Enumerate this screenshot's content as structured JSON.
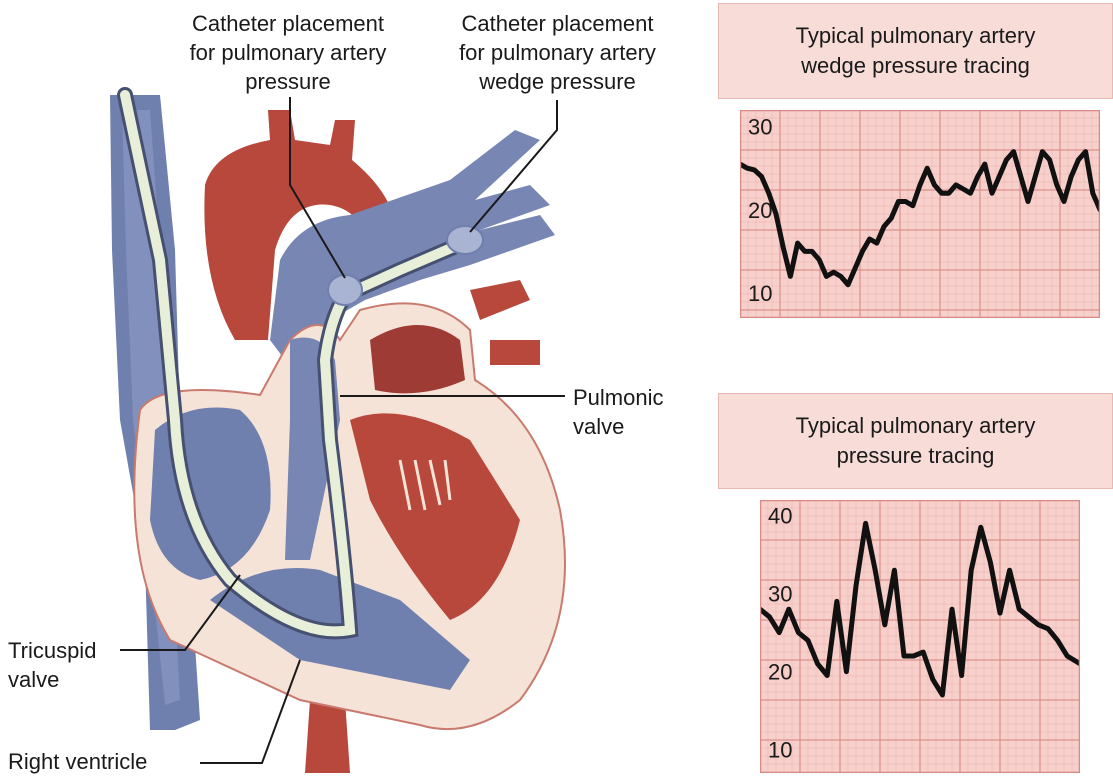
{
  "labels": {
    "pa_placement": [
      "Catheter placement",
      "for pulmonary artery",
      "pressure"
    ],
    "wedge_placement": [
      "Catheter placement",
      "for pulmonary artery",
      "wedge pressure"
    ],
    "pulmonic_valve": [
      "Pulmonic",
      "valve"
    ],
    "tricuspid_valve": [
      "Tricuspid",
      "valve"
    ],
    "right_ventricle": "Right ventricle"
  },
  "colors": {
    "vein_blue": "#6f7fae",
    "artery_red": "#b8473c",
    "heart_wall": "#f6e3d8",
    "catheter": "#e8efd9",
    "grid_bg": "#f7cfcb",
    "grid_line": "#d98a85",
    "trace": "#111111"
  },
  "chart_data": [
    {
      "type": "line",
      "title": "Typical pulmonary artery wedge pressure tracing",
      "title_lines": [
        "Typical pulmonary artery",
        "wedge pressure tracing"
      ],
      "ytick_labels": [
        "30",
        "20",
        "10"
      ],
      "ylim": [
        7,
        32
      ],
      "x": [
        0,
        2,
        4,
        6,
        8,
        10,
        12,
        14,
        16,
        18,
        20,
        22,
        24,
        26,
        28,
        30,
        32,
        34,
        36,
        38,
        40,
        42,
        44,
        46,
        48,
        50,
        52,
        54,
        56,
        58,
        60,
        62,
        64,
        66,
        68,
        70,
        72,
        74,
        76,
        78,
        80,
        82,
        84,
        86,
        88,
        90,
        92,
        94,
        96,
        98,
        100
      ],
      "y": [
        25.5,
        25,
        24.8,
        24,
        22,
        19.5,
        15.5,
        12,
        16,
        15,
        15,
        14,
        12,
        12.5,
        12,
        11,
        13,
        15,
        16.5,
        16,
        18,
        19,
        21,
        21,
        20.5,
        23,
        25,
        23,
        22,
        22,
        23,
        22.5,
        22,
        24,
        25.5,
        22,
        24,
        26,
        27,
        24,
        21,
        24,
        27,
        26,
        23,
        21,
        24,
        26,
        27,
        22,
        20
      ]
    },
    {
      "type": "line",
      "title": "Typical pulmonary artery pressure tracing",
      "title_lines": [
        "Typical pulmonary artery",
        "pressure tracing"
      ],
      "ytick_labels": [
        "40",
        "30",
        "20",
        "10"
      ],
      "ylim": [
        7,
        42
      ],
      "x": [
        0,
        3,
        6,
        9,
        12,
        15,
        18,
        21,
        24,
        27,
        30,
        33,
        36,
        39,
        42,
        45,
        48,
        51,
        54,
        57,
        60,
        63,
        66,
        69,
        72,
        75,
        78,
        81,
        84,
        87,
        90,
        93,
        96,
        100
      ],
      "y": [
        28,
        27,
        25,
        28,
        25,
        24,
        21,
        19.5,
        29,
        20,
        31,
        39,
        33,
        26,
        33,
        22,
        22,
        22.5,
        19,
        17,
        28,
        19.5,
        33,
        38.5,
        34,
        27.5,
        33,
        28,
        27,
        26,
        25.5,
        24,
        22,
        21
      ]
    }
  ]
}
